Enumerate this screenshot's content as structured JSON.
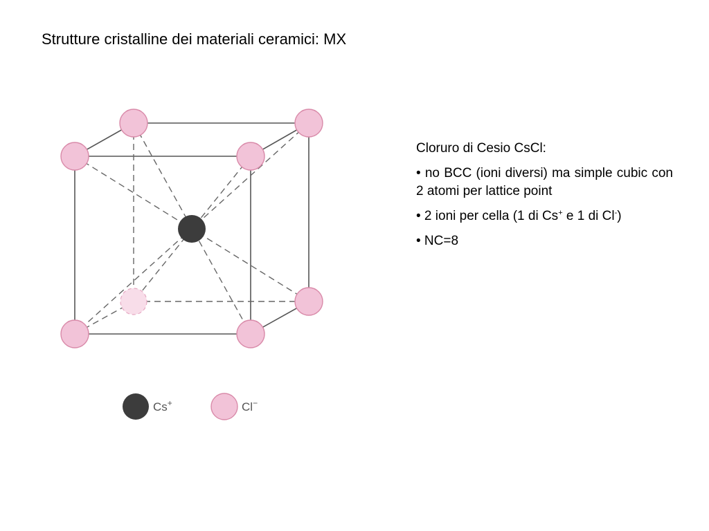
{
  "title": "Strutture cristalline dei materiali ceramici: MX",
  "description": {
    "heading": "Cloruro di Cesio CsCl:",
    "bullet1": "• no BCC (ioni diversi) ma simple cubic con 2 atomi per lattice point",
    "bullet2": {
      "part1": "• 2 ioni per cella (1 di Cs",
      "sup1": "+",
      "part2": " e 1 di Cl",
      "sup2": "-",
      "part3": ")"
    },
    "bullet3": "• NC=8"
  },
  "legend": {
    "cation": "Cs",
    "cation_charge": "+",
    "anion": "Cl",
    "anion_charge": "−"
  },
  "colors": {
    "cation": "#3c3c3c",
    "anion": "#f2c3d8",
    "anion_stroke": "#d98aa9",
    "edge": "#555555"
  }
}
